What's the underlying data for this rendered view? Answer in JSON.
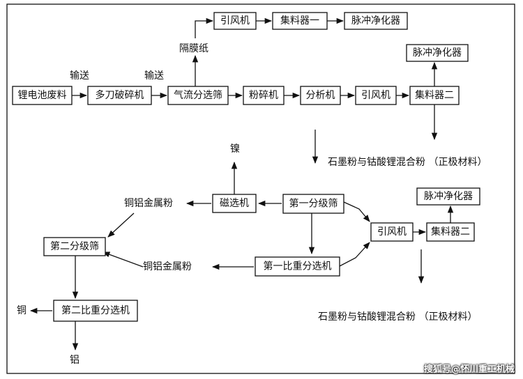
{
  "nodes": {
    "n1": "锂电池废料",
    "n2": "多刀破碎机",
    "n3": "气流分选筛",
    "n4": "粉碎机",
    "n5": "分析机",
    "n6": "引风机",
    "n7": "集料器二",
    "n8": "脉冲净化器",
    "n9": "引风机",
    "n10": "集料器一",
    "n11": "脉冲净化器",
    "n12": "第一分级筛",
    "n13": "磁选机",
    "n14": "第一比重分选机",
    "n15": "第二分级筛",
    "n16": "第二比重分选机",
    "n17": "引风机",
    "n18": "集料器二",
    "n19": "脉冲净化器"
  },
  "labels": {
    "conveyor_1": "输送",
    "conveyor_2": "输送",
    "separator_film": "隔膜纸",
    "product_upper": "石墨粉与钴酸锂混合粉  （正极材料）",
    "product_lower": "石墨粉与钴酸锂混合粉  （正极材料）",
    "nickel": "镍",
    "cu_al_powder_1": "铜铝金属粉",
    "cu_al_powder_2": "铜铝金属粉",
    "copper": "铜",
    "aluminum": "铝"
  },
  "watermark": "搜狐号@怀川重工机械"
}
